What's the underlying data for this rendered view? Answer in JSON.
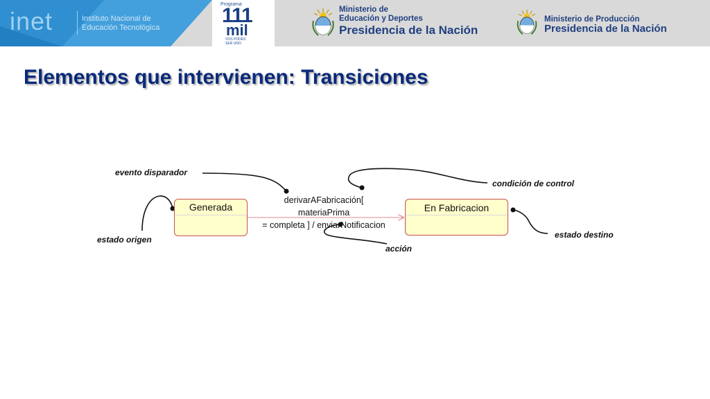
{
  "header": {
    "inet": {
      "logo": "inet",
      "line1": "Instituto Nacional de",
      "line2": "Educación Tecnológica"
    },
    "programa": {
      "label": "Programa",
      "number": "111",
      "word": "mil",
      "tag_line1": "VOS PODÉS",
      "tag_line2": "SER UNO"
    },
    "ministerio_educacion": {
      "line1": "Ministerio de",
      "line2": "Educación y Deportes",
      "line3": "Presidencia de la Nación"
    },
    "ministerio_produccion": {
      "line1": "Ministerio de Producción",
      "line2": "Presidencia de la Nación"
    },
    "colors": {
      "banner_gray": "#d9d9d9",
      "banner_blue": "#2f8fd0",
      "ministry_text": "#1f3f80"
    }
  },
  "slide": {
    "title": "Elementos que intervienen: Transiciones"
  },
  "diagram": {
    "states": {
      "origin": "Generada",
      "destination": "En Fabricacion"
    },
    "transition": {
      "line1": "derivarAFabricación[ materiaPrima",
      "line2": "= completa ] / enviarNotificacion"
    },
    "annotations": {
      "evento": "evento disparador",
      "condicion": "condición de control",
      "origen": "estado origen",
      "destino": "estado destino",
      "accion": "acción"
    },
    "colors": {
      "state_fill": "#ffffcc",
      "state_border": "#c85050",
      "arrow": "#e08a96"
    }
  }
}
